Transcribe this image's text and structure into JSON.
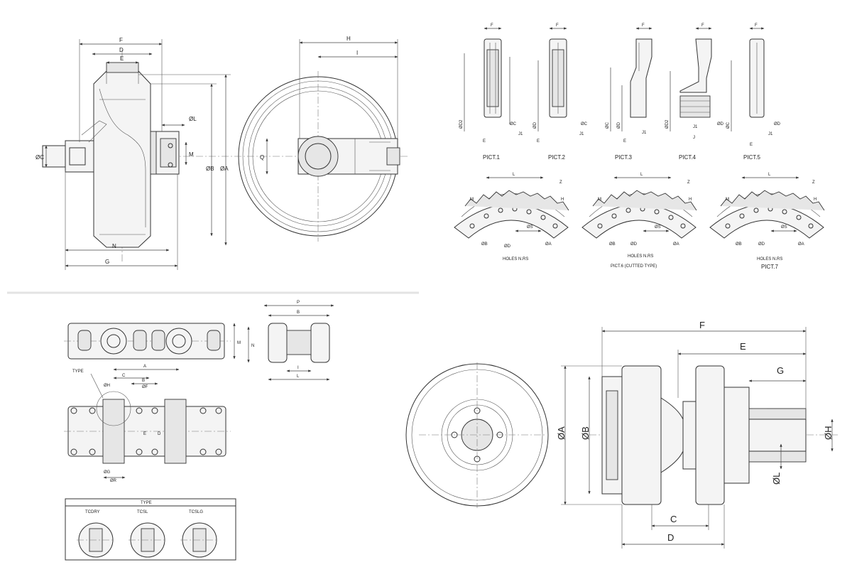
{
  "panel1": {
    "dims_top": [
      "F",
      "D",
      "E",
      "H",
      "I"
    ],
    "dims_side": [
      "ØC",
      "ØL",
      "M",
      "ØB",
      "ØA",
      "Q"
    ],
    "dims_bottom": [
      "N",
      "G"
    ]
  },
  "panel2": {
    "picts": [
      "PICT.1",
      "PICT.2",
      "PICT.3",
      "PICT.4",
      "PICT.5"
    ],
    "pict_dims": {
      "F": "F",
      "D2": "ØD2",
      "D": "ØD",
      "C": "ØC",
      "E": "E",
      "J1": "J1",
      "J": "J"
    },
    "segment_dims": [
      "L",
      "Z",
      "H",
      "M",
      "ØS",
      "ØD",
      "ØB",
      "ØA"
    ],
    "holes_label": "HOLES N.RS",
    "pict6": "PICT.6 (CUTTED TYPE)",
    "pict7": "PICT.7"
  },
  "panel3": {
    "chain_dims": [
      "P",
      "B",
      "M",
      "N",
      "A",
      "I",
      "L",
      "C",
      "B",
      "ØH",
      "ØF",
      "E",
      "D",
      "ØG",
      "ØR"
    ],
    "type_label": "TYPE",
    "table_title": "TYPE",
    "types": [
      "TCDRY",
      "TCSL",
      "TCSLG"
    ]
  },
  "panel4": {
    "dims_top": [
      "F",
      "E",
      "G"
    ],
    "dims_side": [
      "ØA",
      "ØB",
      "ØH",
      "ØL"
    ],
    "dims_bottom": [
      "C",
      "D"
    ]
  }
}
